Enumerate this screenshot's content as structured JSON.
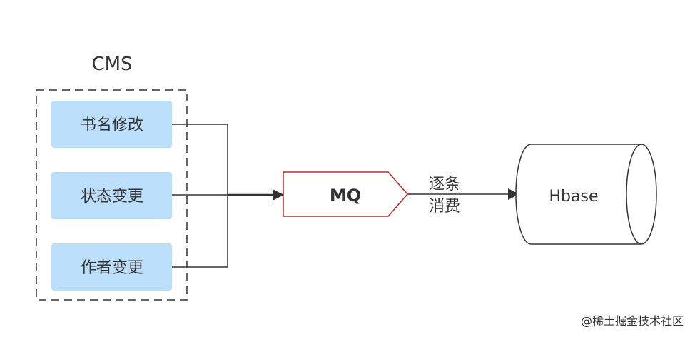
{
  "cms": {
    "title": "CMS",
    "events": [
      {
        "label": "书名修改"
      },
      {
        "label": "状态变更"
      },
      {
        "label": "作者变更"
      }
    ]
  },
  "queue": {
    "label": "MQ"
  },
  "consume": {
    "line1": "逐条",
    "line2": "消费"
  },
  "store": {
    "label": "Hbase"
  },
  "watermark": {
    "text": "@稀土掘金技术社区"
  },
  "colors": {
    "event_fill": "#bbdefa",
    "queue_border": "#c0282d",
    "line": "#333333"
  }
}
